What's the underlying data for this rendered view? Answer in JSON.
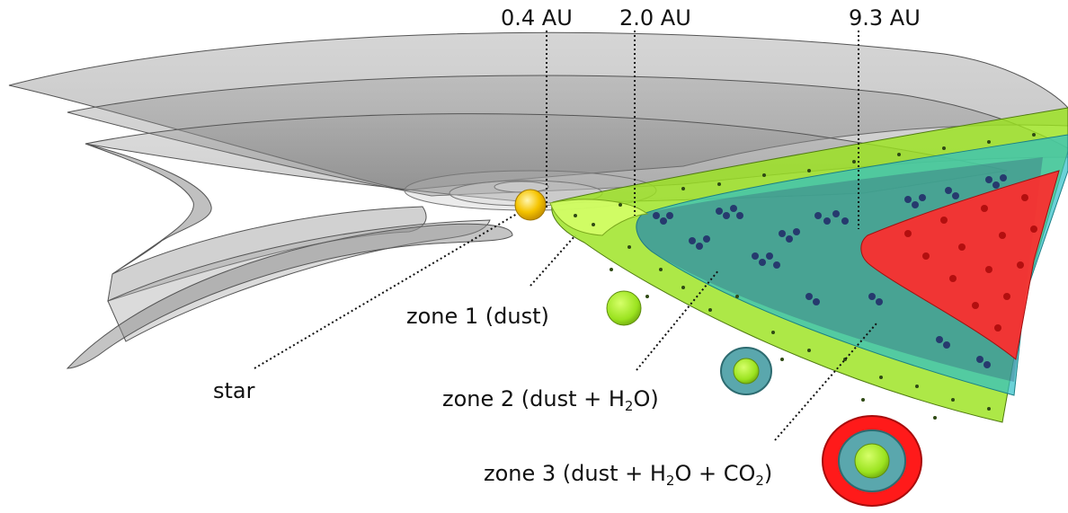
{
  "distance_labels": {
    "inner": "0.4 AU",
    "snowline_h2o": "2.0 AU",
    "snowline_co2": "9.3 AU"
  },
  "zone_labels": {
    "star": "star",
    "zone1": "zone 1 (dust)",
    "zone2_prefix": "zone 2 (dust + H",
    "zone2_sub": "2",
    "zone2_suffix": "O)",
    "zone3_prefix": "zone 3 (dust + H",
    "zone3_sub1": "2",
    "zone3_mid": "O + CO",
    "zone3_sub2": "2",
    "zone3_suffix": ")"
  },
  "colors": {
    "dust": "#9be31f",
    "water_ice": "#2cbfc8",
    "co2_ice": "#ff2b2b",
    "disk_shell": "#8a8a8a",
    "star": "#f5c400",
    "molecules": "#263a6e"
  }
}
